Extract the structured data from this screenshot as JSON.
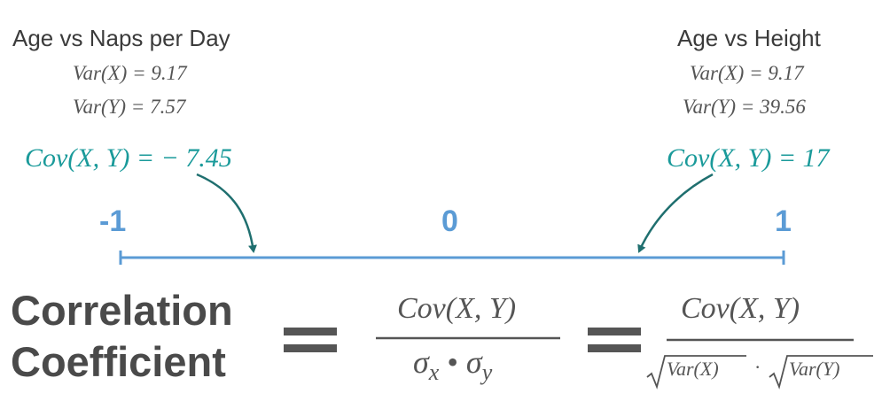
{
  "left": {
    "title": "Age vs Naps per Day",
    "var_x": "Var(X) = 9.17",
    "var_y": "Var(Y) = 7.57",
    "cov": "Cov(X, Y) = − 7.45"
  },
  "right": {
    "title": "Age vs Height",
    "var_x": "Var(X) = 9.17",
    "var_y": "Var(Y) = 39.56",
    "cov": "Cov(X, Y) = 17"
  },
  "scale": {
    "min_label": "-1",
    "mid_label": "0",
    "max_label": "1"
  },
  "formula": {
    "lhs_line1": "Correlation",
    "lhs_line2": "Coefficient",
    "frac1_num": "Cov(X, Y)",
    "frac2_num": "Cov(X, Y)",
    "frac2_den_a": "Var(X)",
    "frac2_den_b": "Var(Y)"
  },
  "colors": {
    "axis": "#5b9bd5",
    "arrow": "#1f6f6f",
    "cov_text": "#1a9a9a"
  }
}
